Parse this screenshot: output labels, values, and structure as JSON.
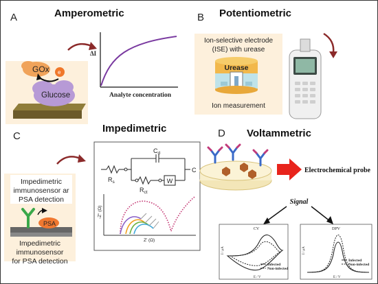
{
  "panels": {
    "a": {
      "letter": "A",
      "title": "Amperometric",
      "enzyme_label": "GOx",
      "electron_label": "e",
      "substrate_label": "Glucose",
      "y_axis_label": "ΔI",
      "x_axis_label": "Analyte concentration"
    },
    "b": {
      "letter": "B",
      "title": "Potentiometric",
      "ise_line1": "Ion-selective electrode",
      "ise_line2": "(ISE) with urease",
      "urease_label": "Urease",
      "ion_label": "Ion measurement"
    },
    "c": {
      "letter": "C",
      "title": "Impedimetric",
      "sensor_line1": "Impedimetric",
      "sensor_line2": "immunosensor ar",
      "sensor_line3": "PSA detection",
      "psa_label": "PSA",
      "bottom_line1": "Impedimetric",
      "bottom_line2": "immunosensor",
      "bottom_line3": "for PSA detection",
      "circuit_cd": "C",
      "circuit_cd_sub": "d",
      "circuit_rs": "R",
      "circuit_rs_sub": "s",
      "circuit_rct": "R",
      "circuit_rct_sub": "ct",
      "circuit_w": "W",
      "circuit_c": "C",
      "nyquist_y_label": "-Z\" (Ω)",
      "nyquist_x_label": "Z' (Ω)"
    },
    "d": {
      "letter": "D",
      "title": "Voltammetric",
      "probe_label": "Electrochemical probe",
      "signal_label": "Signal",
      "cv_title": "CV",
      "dpv_title": "DPV",
      "y_axis_label": "I / μA",
      "x_axis_label": "E / V",
      "legend_infected": "Infected",
      "legend_noninfected": "Non-infected"
    }
  },
  "colors": {
    "arrow": "#8b2a2a",
    "curve": "#7a3aa0",
    "enzyme": "#f0a35a",
    "glucose": "#b79ad6",
    "electrode": "#6b5a2a",
    "urease": "#f2b84b",
    "probe_arrow": "#e8241c",
    "antibody": "#3aa84a",
    "psa": "#f07830"
  }
}
